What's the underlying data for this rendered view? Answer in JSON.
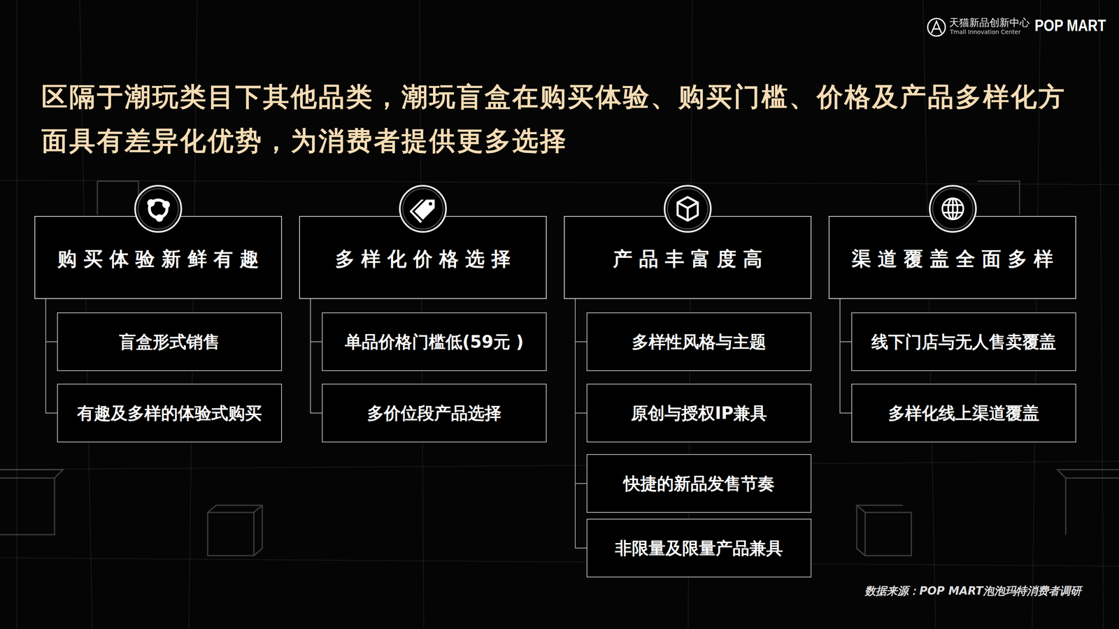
{
  "diagram": {
    "title": "区隔于潮玩类目下其他品类，潮玩盲盒在购买体验、购买门槛、价格及产品多样化方面具有差异化优势，为消费者提供更多选择",
    "nodes": [
      {
        "text": [
          "购买体验新鲜有趣"
        ]
      },
      {
        "text": [
          "盲盒形式销售"
        ]
      },
      {
        "text": [
          "有趣及多样的体验式购买"
        ]
      },
      {
        "text": [
          "多样化价格选择"
        ]
      },
      {
        "text": [
          "单品价格门槛低(59元 )"
        ]
      },
      {
        "text": [
          "多价位段产品选择"
        ]
      },
      {
        "text": [
          "产品丰富度高"
        ]
      },
      {
        "text": [
          "多样性风格与主题"
        ]
      },
      {
        "text": [
          "原创与授权IP兼具"
        ]
      },
      {
        "text": [
          "快捷的新品发售节奏"
        ]
      },
      {
        "text": [
          "非限量及限量产品兼具"
        ]
      },
      {
        "text": [
          "渠道覆盖全面多样"
        ]
      },
      {
        "text": [
          "线下门店与无人售卖覆盖"
        ]
      },
      {
        "text": [
          "多样化线上渠道覆盖"
        ]
      }
    ],
    "edges": [
      {
        "from": 0,
        "to": 1,
        "arrow": "none"
      },
      {
        "from": 0,
        "to": 2,
        "arrow": "none"
      },
      {
        "from": 3,
        "to": 4,
        "arrow": "none"
      },
      {
        "from": 3,
        "to": 5,
        "arrow": "none"
      },
      {
        "from": 6,
        "to": 7,
        "arrow": "none"
      },
      {
        "from": 6,
        "to": 8,
        "arrow": "none"
      },
      {
        "from": 6,
        "to": 9,
        "arrow": "none"
      },
      {
        "from": 6,
        "to": 10,
        "arrow": "none"
      },
      {
        "from": 11,
        "to": 12,
        "arrow": "none"
      },
      {
        "from": 11,
        "to": 13,
        "arrow": "none"
      }
    ],
    "labels": [
      "天猫新品创新中心",
      "Tmall Innovation Center",
      "POP MART",
      "数据来源：POP MART泡泡玛特消费者调研"
    ]
  }
}
